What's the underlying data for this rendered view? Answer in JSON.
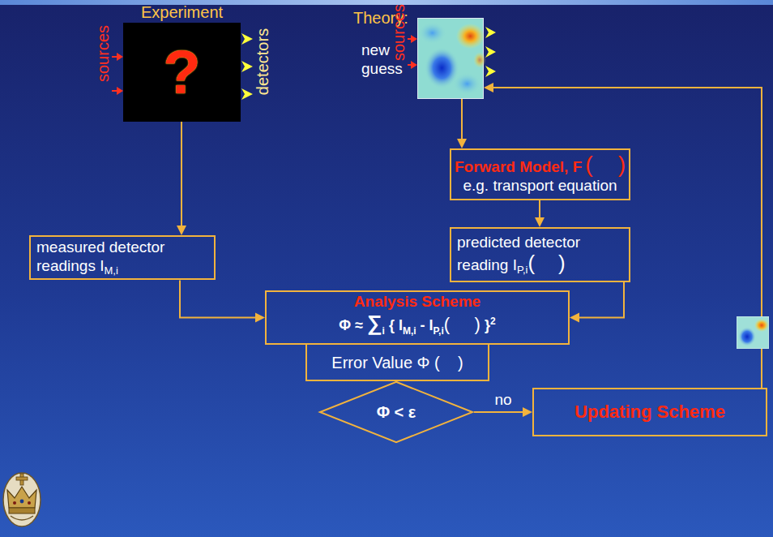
{
  "diagram": {
    "nodes": [
      {
        "text": [
          "Experiment",
          "?"
        ]
      },
      {
        "text": [
          "Theory:",
          "new guess"
        ]
      },
      {
        "text": [
          "Forward Model, F",
          "(    )",
          "e.g. transport equation"
        ]
      },
      {
        "text": [
          "measured detector readings I",
          "M,i"
        ]
      },
      {
        "text": [
          "predicted detector reading I",
          "P,i",
          "(    )"
        ]
      },
      {
        "text": [
          "Analysis Scheme",
          "Φ ≈ ",
          "∑",
          "i",
          " { I",
          "M,i",
          " - I",
          "P,i",
          "(     )",
          " }",
          "2"
        ]
      },
      {
        "text": [
          "Error Value Φ (    )"
        ]
      },
      {
        "text": [
          "Φ < ε"
        ]
      },
      {
        "text": [
          "Updating Scheme"
        ]
      }
    ],
    "edges": [
      {
        "from": 0,
        "to": 3,
        "arrow": "to"
      },
      {
        "from": 1,
        "to": 2,
        "arrow": "to"
      },
      {
        "from": 2,
        "to": 4,
        "arrow": "to"
      },
      {
        "from": 3,
        "to": 5,
        "arrow": "to"
      },
      {
        "from": 4,
        "to": 5,
        "arrow": "to"
      },
      {
        "from": 6,
        "to": 7,
        "arrow": "to"
      },
      {
        "from": 7,
        "to": 8,
        "label": "no",
        "arrow": "to"
      },
      {
        "from": 8,
        "to": 1,
        "arrow": "to"
      }
    ],
    "labels": [
      "sources",
      "detectors",
      "sources"
    ]
  }
}
